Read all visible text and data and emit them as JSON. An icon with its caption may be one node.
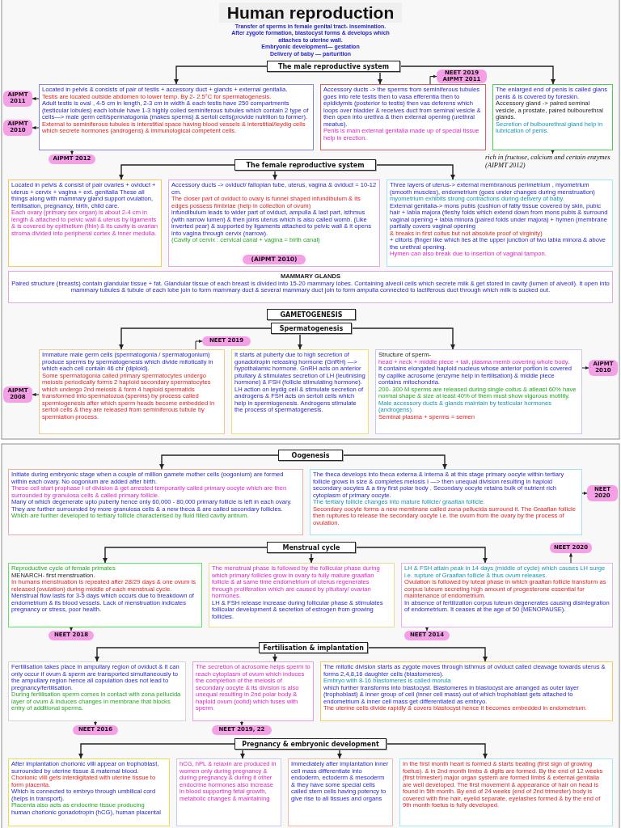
{
  "diagram": {
    "title": "Human reproduction",
    "nodes": [
      {
        "text": [
          "The male reproductive system"
        ]
      },
      {
        "text": [
          "Located in pelvis & consists of pair of testis + accessory duct + glands + external genitalia.",
          "Testis are located outside abdomen to lower temp. By 2- 2.5°C for spermatogenesis.",
          "Adult testis is oval , 4-5 cm in length, 2-3 cm in width & each testis have 250 compartments (testicular lobules) each lobule have 1-3 highly coiled seminiferous tubules which contain 2 type of cells—> male germ cell/spermatogonia (makes sperms) & sertoli cells(provide nutrition to former).",
          "External to seminiferous tubules is interstitial space having blood vessels & interstitial/leydig cells which secrete hormones (androgens) & immunological competent cells."
        ]
      },
      {
        "text": [
          "Accessory ducts -> the sperms from seminiferous tubules goes into rete testis then to vasa efferentia then to epididymis (posterior to testis) then vas deferens which loops over bladder & receives duct from seminal vesicle & then open into urethra & then external opening (urethral meatus).",
          "Penis is main external genitalia made up of special tissue help in erection."
        ]
      },
      {
        "text": [
          "The enlarged end of penis is called glans penis & is covered by foreskin.",
          "Accessory gland -> paired seminal vesicle, a prostate, paired bulbourethral glands.",
          "Secretion of bulbourethral gland help in lubrication of penis."
        ]
      },
      {
        "text": [
          "NEET 2019",
          "AIPMT 2011"
        ]
      },
      {
        "text": [
          "AIPMT 2011"
        ]
      },
      {
        "text": [
          "AIPMT 2010"
        ]
      },
      {
        "text": [
          "AIPMT 2012"
        ]
      },
      {
        "text": [
          "rich in fructose, calcium and certain enzymes (AIPMT 2012)"
        ]
      },
      {
        "text": [
          "The female reproductive system"
        ]
      },
      {
        "text": [
          "Located in pelvis & consist of pair ovaries + oviduct + uterus + cervix + vagina + ext. genitalia These all things along with mammary gland support ovulation, fertilisation, pregnancy, birth, child care.",
          "Each ovary (primary sex organ) is about 2-4 cm in length & attached to pelvic wall & uterus by ligaments & is covered by epithelium (thin) & its cavity is ovarian stroma divided into peripheral cortex & inner medulla."
        ]
      },
      {
        "text": [
          "Accessory ducts -> oviduct/ fallopian tube, uterus, vagina & oviduct = 10-12 cm.",
          "The closer part of oviduct to ovary is funnel shaped infundibulum & its edges possess fimbriae (help in collection of ovum)",
          "infundibulum leads to wider part of oviduct, ampulla & last part, isthmus (with narrow lumen) & then joins uterus which is also called womb. (Like inverted pear) & supported by ligaments attached to pelvic wall & it opens into vagina through cervix (narrow).",
          "(Cavity of cervix : cervical canal + vagina = birth canal)"
        ]
      },
      {
        "text": [
          "Three layers of uterus-> external membranous perimetrium , myometrium (smooth muscles), endometrium (goes under changes during menstruation)",
          "myometrium exhibits strong contractions during delivery of baby.",
          "External genitalia-> mons pubis (cushion of fatty tissue covered by skin, pubic hair + labia majora (fleshy folds which extend down from mons pubis & surround vaginal opening + labia minora (paired folds under majora) + hymen (membrane partially covers vaginal opening",
          "& breaks in first coitus but not absolute proof of virginity)",
          "+ clitoris (finger like which lies at the upper junction of two labia minora & above the urethral opening.",
          "Hymen can also break due to insertion of vaginal tampon."
        ]
      },
      {
        "text": [
          "MAMMARY GLANDS",
          "Paired structure (breasts) contain glandular tissue + fat. Glandular tissue of each breast is divided into 15-20 mammary lobes. Containing alveoli cells which secrete milk & get stored in cavity (lumen of alveoli). It open into mammary tubules & tubule of each lobe join to form mammary duct & several mammary duct join to form ampulla connected to lactiferous duct through which milk is sucked out."
        ]
      },
      {
        "text": [
          "GAMETOGENESIS"
        ]
      },
      {
        "text": [
          "Spermatogenesis"
        ]
      },
      {
        "text": [
          "NEET 2019"
        ]
      },
      {
        "text": [
          "Immature male germ cells (spermatogonia / spermatogonium) produce sperms by spermatogenesis which divide mitotically in which each cell contain 46 chr (diploid).",
          "Some spermatogonia called primary spermatocytes undergo meiosis periodically forms 2 haploid secondary spermatocytes which undergo 2nd meiosis & form 4 haploid spermatids transformed into spermatozoa (sperms) by process called spermiogenesis after which sperm heads become embedded in sertoli cells & they are released from seminiferous tubule by spermiation process."
        ]
      },
      {
        "text": [
          "It starts at puberty due to high secretion of gonadotropin releasing hormone (GnRH) —> hypothalamic hormone. GnRH acts on anterior pituitary & stimulates secretion of LH (leutinising hormone) & FSH (follicle stimulating hormone). LH action on leydig cell & stimulate secretion of androgens & FSH acts on sertoli cells which help in spermiogenesis. Androgens stimulate the process of spermatogenesis."
        ]
      },
      {
        "text": [
          "Structure of sperm-",
          "head + neck + middle piece + tail, plasma memb covering whole body.",
          "It contains elongated haploid nucleus whose anterior portion is covered by caplike acrosome (enzyme help in fertilisation) & middle piece contains mitochondria.",
          "200- 300 M sperms are released during single coitus & atleast 60% have normal shape & size at least 40% of them must show vigorous motility.",
          "Male accessory ducts & glands maintain by testicular hormones (androgens).",
          "Seminal plasma + sperms = semen"
        ]
      },
      {
        "text": [
          "AIPMT 2008"
        ]
      },
      {
        "text": [
          "AIPMT 2010"
        ]
      },
      {
        "text": [
          "Oogenesis"
        ]
      },
      {
        "text": [
          "Initiate during embryonic stage when a couple of million gamete mother cells (oogonium) are formed within each ovary. No oogonium are added after birth.",
          "These cell start prophase I of division & get arrested temporarily called primary oocyte which are then surrounded by granulosa cells & called primary follicle.",
          "Many of which degenerate upto puberty hence only 60,000 - 80,000 primary follicle is left in each ovary. They are further surrounded by more granulosa cells & a new theca & are called secondary follicles.",
          "Which are further developed to tertiary follicle characterised by fluid filled cavity antrum."
        ]
      },
      {
        "text": [
          "The theca develops into theca externa & interna & at this stage primary oocyte within tertiary follicle grows in size & completes meiosis I —> then unequal division resulting in haploid secondary oocytes & a tiny first polar body . Secondary oocyte retains bulk of nutrient rich cytoplasm of primary oocyte.",
          "The tertiary follicle changes into mature follicle/ graafian follicle.",
          "Secondary oocyte forms a new membrane called zona pellucida surround it. The Graafian follicle then ruptures to release the secondary oocyte i.e. the ovum from the ovary by the process of ovulation."
        ]
      },
      {
        "text": [
          "NEET 2020"
        ]
      },
      {
        "text": [
          "Menstrual cycle"
        ]
      },
      {
        "text": [
          "NEET 2020"
        ]
      },
      {
        "text": [
          "Reproductive cycle of female primates",
          "MENARCH- first menstruation.",
          "In humans menstruation is repeated after 28/29 days & one ovum is released (ovulation) during middle of each menstrual cycle.",
          "Menstrual flow lasts for 3-5 days which occurs due to breakdown of endometrium & its blood vessels. Lack of menstruation indicates pregnancy or stress, poor health."
        ]
      },
      {
        "text": [
          "The menstrual phase is followed by the follicular phase during which primary follicles grow in ovary to fully mature graafian follicle & at same time endometrium of uterus regenerates through proliferation which are caused by pituitary/ ovarian hormones.",
          "LH & FSH release increase during follicular phase & stimulates follicular development & secretion of estrogen from growing follicles."
        ]
      },
      {
        "text": [
          "LH & FSH attain peak in 14 days (middle of cycle) which causes LH surge i.e. rupture of Graafian follicle & thus ovum releases.",
          "Ovulation is followed by luteal phase in which graafian follicle transform as corpus luteum secreting high amount of progesterone essential for maintenance of endometrium.",
          "In absence of fertilization corpus luteum degenerates causing disintegration of endometrium. It ceases at the age of 50 (MENOPAUSE)."
        ]
      },
      {
        "text": [
          "NEET 2018"
        ]
      },
      {
        "text": [
          "NEET 2014"
        ]
      },
      {
        "text": [
          "Fertilisation & implantation"
        ]
      },
      {
        "text": [
          "Fertilisation takes place in ampullary region of oviduct & it can only occur if ovum & sperm are transported simultaneously to the ampullary region hence all copulation does not lead to pregnancy/fertilisation.",
          "During fertilisation sperm comes in contact with zona pellucida layer of ovum & induces changes in membrane that blocks entry of additional sperms."
        ]
      },
      {
        "text": [
          "The secretion of acrosome helps sperm to reach cytoplasm of ovum which induces the completion of the meiosis of secondary oocyte & its division is also unequal resulting in 2nd polar body & haploid ovum (ootid) which fuses with sperm."
        ]
      },
      {
        "text": [
          "The mitotic division starts as zygote moves through isthmus of oviduct called cleavage towards uterus & forms 2,4,8,16 daughter cells (blastomeres).",
          "Embryo with 8-16 blastomeres is called morula",
          "which further transforms into blastocyst. Blastomeres in blastocyst are arranged as outer layer (trophoblast) & inner group of cell (inner cell mass) out of which trophoblast gets attached to endometrium & inner cell mass get differentiated as embryo.",
          "The uterine cells divide rapidly & covers blastocyst hence it becomes embedded in endometrium."
        ]
      },
      {
        "text": [
          "NEET 2016"
        ]
      },
      {
        "text": [
          "NEET 2019, 22"
        ]
      },
      {
        "text": [
          "Pregnancy & embryonic development"
        ]
      },
      {
        "text": [
          "After implantation chorionic villi appear on trophoblast, surrounded by uterine tissue & maternal blood.",
          "Chorionic villi gets interdigitated with uterine tissue to form placenta.",
          "Which is connected to embryo through umbilical cord (helps in transport).",
          "Placenta also acts as endocrine tissue producing",
          "human chorionic gonadotropin (hCG), human placental"
        ]
      },
      {
        "text": [
          "hCG, hPL & relaxin are produced in women only during pregnancy & during pregnancy & during it other endocrine hormones also increase in blood supporting fetal growth, metabolic changes & maintaining"
        ]
      },
      {
        "text": [
          "Immediately after implantation inner cell mass differentiate into endoderm, ectoderm & mesoderm & they have some special cells called stem cells having potency to give rise to all tissues and organs"
        ]
      },
      {
        "text": [
          "In the first month heart is formed & starts beating (first sign of growing foetus). & in 2nd month limbs & digits are formed. By the end of 12 weeks (first trimester) major organ system are formed limbs & external genitalia are well developed. The first movement & appearance of hair on head is found in 5th month. By end of 24 weeks (end of 2nd trimester) body is covered with fine hair, eyelid separate, eyelashes formed & by the end of 9th month foetus is fully developed."
        ]
      }
    ],
    "edges": [
      {
        "from": 0,
        "to": 1,
        "arrow": "to"
      },
      {
        "from": 0,
        "to": 2,
        "arrow": "to"
      },
      {
        "from": 0,
        "to": 3,
        "arrow": "to"
      },
      {
        "from": 2,
        "to": 4,
        "arrow": "to"
      },
      {
        "from": 1,
        "to": 5,
        "arrow": "to"
      },
      {
        "from": 1,
        "to": 6,
        "arrow": "to"
      },
      {
        "from": 1,
        "to": 7,
        "arrow": "to"
      },
      {
        "from": 3,
        "to": 8,
        "arrow": "to"
      },
      {
        "from": 9,
        "to": 10,
        "arrow": "to"
      },
      {
        "from": 9,
        "to": 11,
        "arrow": "to"
      },
      {
        "from": 9,
        "to": 12,
        "arrow": "to"
      },
      {
        "from": 15,
        "to": 17,
        "arrow": "to"
      },
      {
        "from": 15,
        "to": 18,
        "arrow": "to"
      },
      {
        "from": 15,
        "to": 19,
        "arrow": "to"
      },
      {
        "from": 17,
        "to": 16,
        "arrow": "to"
      },
      {
        "from": 17,
        "to": 20,
        "arrow": "to"
      },
      {
        "from": 19,
        "to": 21,
        "arrow": "to"
      },
      {
        "from": 22,
        "to": 23,
        "arrow": "to"
      },
      {
        "from": 22,
        "to": 24,
        "arrow": "to"
      },
      {
        "from": 24,
        "to": 25,
        "arrow": "to"
      },
      {
        "from": 26,
        "to": 28,
        "arrow": "to"
      },
      {
        "from": 26,
        "to": 29,
        "arrow": "to"
      },
      {
        "from": 26,
        "to": 30,
        "arrow": "to"
      },
      {
        "from": 30,
        "to": 27,
        "arrow": "to"
      },
      {
        "from": 28,
        "to": 31,
        "arrow": "to"
      },
      {
        "from": 30,
        "to": 32,
        "arrow": "to"
      },
      {
        "from": 33,
        "to": 34,
        "arrow": "to"
      },
      {
        "from": 33,
        "to": 35,
        "arrow": "to"
      },
      {
        "from": 33,
        "to": 36,
        "arrow": "to"
      },
      {
        "from": 34,
        "to": 37,
        "arrow": "to"
      },
      {
        "from": 35,
        "to": 38,
        "arrow": "to"
      },
      {
        "from": 39,
        "to": 40,
        "arrow": "to"
      },
      {
        "from": 39,
        "to": 41,
        "arrow": "to"
      },
      {
        "from": 39,
        "to": 42,
        "arrow": "to"
      },
      {
        "from": 39,
        "to": 43,
        "arrow": "to"
      }
    ],
    "labels": [
      "Transfer of sperms in female genital tract- insemination.",
      "After zygote formation, blastocyst forms & develops which attaches to uterine wall.",
      "Embryonic development— gestation",
      "Delivery of baby — parturition",
      "(AIPMT 2010)"
    ]
  }
}
